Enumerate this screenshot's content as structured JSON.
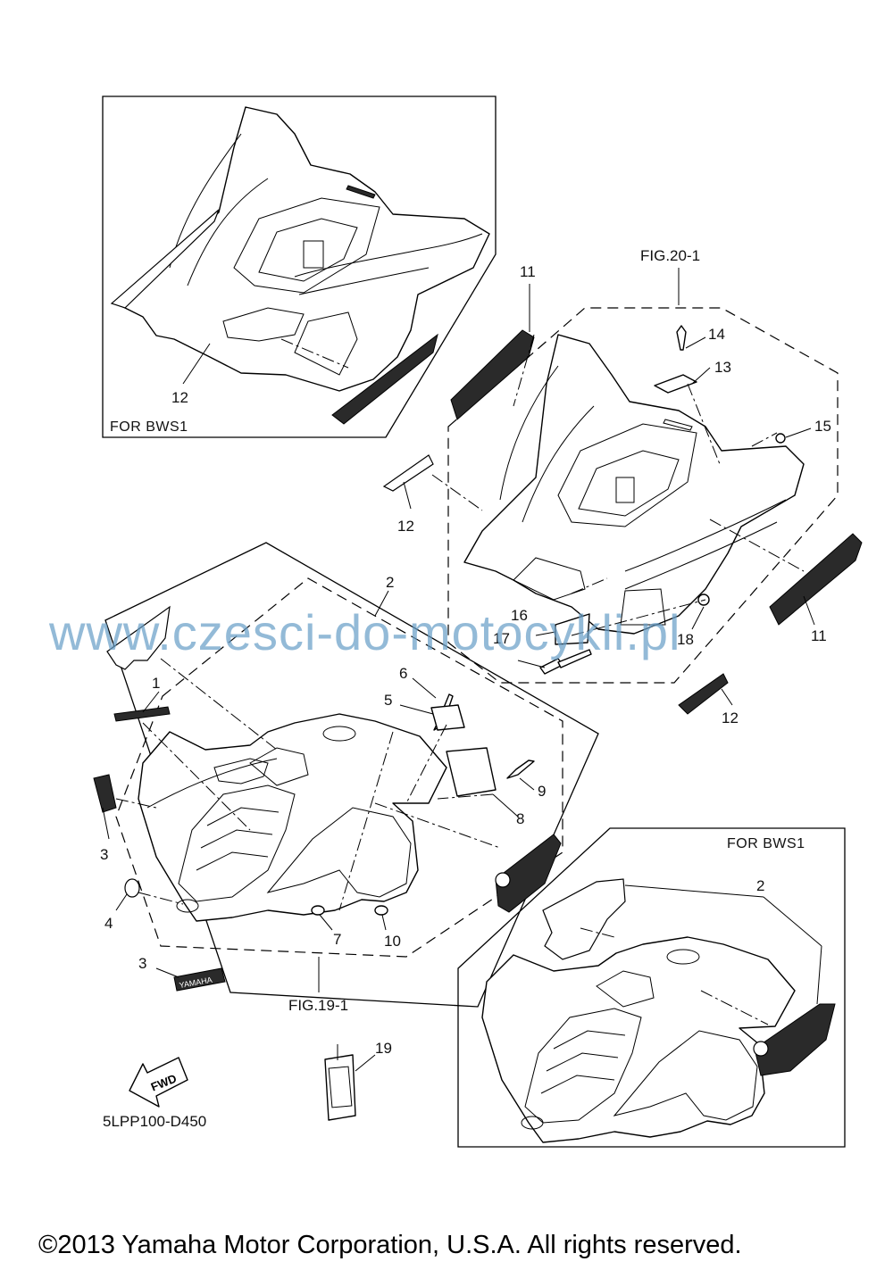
{
  "diagram": {
    "watermark": "www.czesci-do-motocykli.pl",
    "copyright": "©2013 Yamaha Motor Corporation, U.S.A. All rights reserved.",
    "diagram_code": "5LPP100-D450",
    "fig_refs": {
      "rear": "FIG.20-1",
      "front": "FIG.19-1"
    },
    "inset_titles": {
      "rear": "FOR BWS1",
      "front": "FOR BWS1"
    },
    "fwd_label": "FWD",
    "fender_logo": "YAMAHA",
    "callouts": {
      "c1": "1",
      "c2": "2",
      "c2b": "2",
      "c3a": "3",
      "c3b": "3",
      "c4": "4",
      "c5": "5",
      "c6": "6",
      "c7": "7",
      "c8": "8",
      "c9": "9",
      "c10": "10",
      "c11a": "11",
      "c11b": "11",
      "c12a": "12",
      "c12b": "12",
      "c12c": "12",
      "c13": "13",
      "c14": "14",
      "c15": "15",
      "c16": "16",
      "c17": "17",
      "c18": "18",
      "c19": "19"
    }
  }
}
